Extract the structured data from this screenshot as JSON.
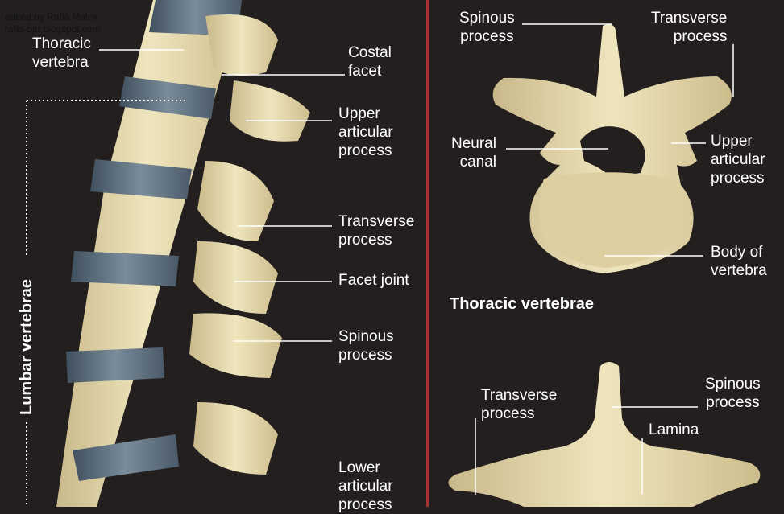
{
  "watermark": {
    "line1": "edited by Rafia Malek",
    "line2": "rafia-bpt.blogspot.com"
  },
  "side_view": {
    "section_label": "Lumbar vertebrae",
    "labels": {
      "thoracic_vertebra": "Thoracic\nvertebra",
      "costal_facet": "Costal\nfacet",
      "upper_articular": "Upper\narticular\nprocess",
      "transverse": "Transverse\nprocess",
      "facet_joint": "Facet joint",
      "spinous": "Spinous\nprocess",
      "lower_articular": "Lower\narticular\nprocess"
    }
  },
  "thoracic_top_view": {
    "title": "Thoracic vertebrae",
    "labels": {
      "spinous": "Spinous\nprocess",
      "transverse": "Transverse\nprocess",
      "neural_canal": "Neural\ncanal",
      "upper_articular": "Upper\narticular\nprocess",
      "body": "Body of\nvertebra"
    }
  },
  "lumbar_top_view": {
    "labels": {
      "transverse": "Transverse\nprocess",
      "spinous": "Spinous\nprocess",
      "lamina": "Lamina"
    }
  },
  "colors": {
    "background": "#231f1f",
    "bone": "#e8dcae",
    "disc": "#5c6f80",
    "divider": "#a8302f"
  }
}
